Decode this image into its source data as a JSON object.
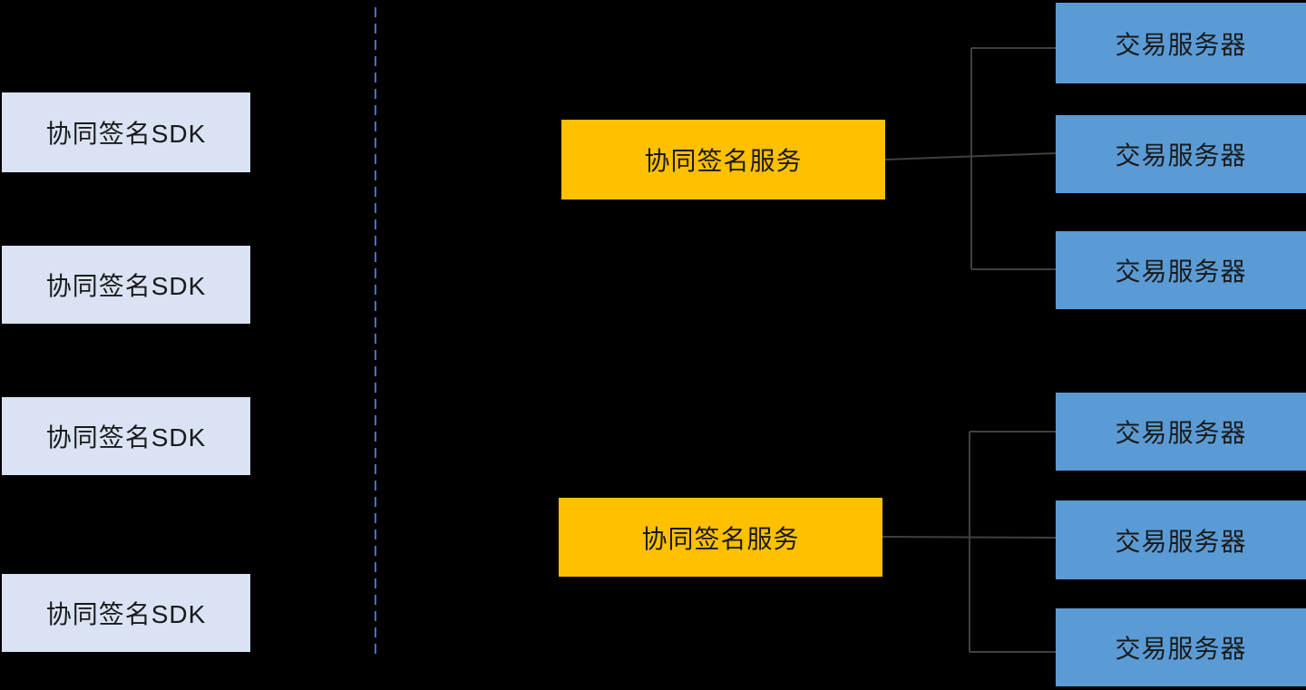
{
  "diagram": {
    "left_column": {
      "items": [
        {
          "label": "协同签名SDK"
        },
        {
          "label": "协同签名SDK"
        },
        {
          "label": "协同签名SDK"
        },
        {
          "label": "协同签名SDK"
        }
      ]
    },
    "clusters": [
      {
        "service": {
          "label": "协同签名服务"
        },
        "servers": [
          {
            "label": "交易服务器"
          },
          {
            "label": "交易服务器"
          },
          {
            "label": "交易服务器"
          }
        ]
      },
      {
        "service": {
          "label": "协同签名服务"
        },
        "servers": [
          {
            "label": "交易服务器"
          },
          {
            "label": "交易服务器"
          },
          {
            "label": "交易服务器"
          }
        ]
      }
    ],
    "colors": {
      "background": "#000000",
      "sdk_box_fill": "#DAE3F3",
      "service_box_fill": "#FFC000",
      "server_box_fill": "#5B9BD5",
      "divider_line": "#4472C4",
      "connector_line": "#404040",
      "box_text": "#1A1A1A"
    }
  }
}
